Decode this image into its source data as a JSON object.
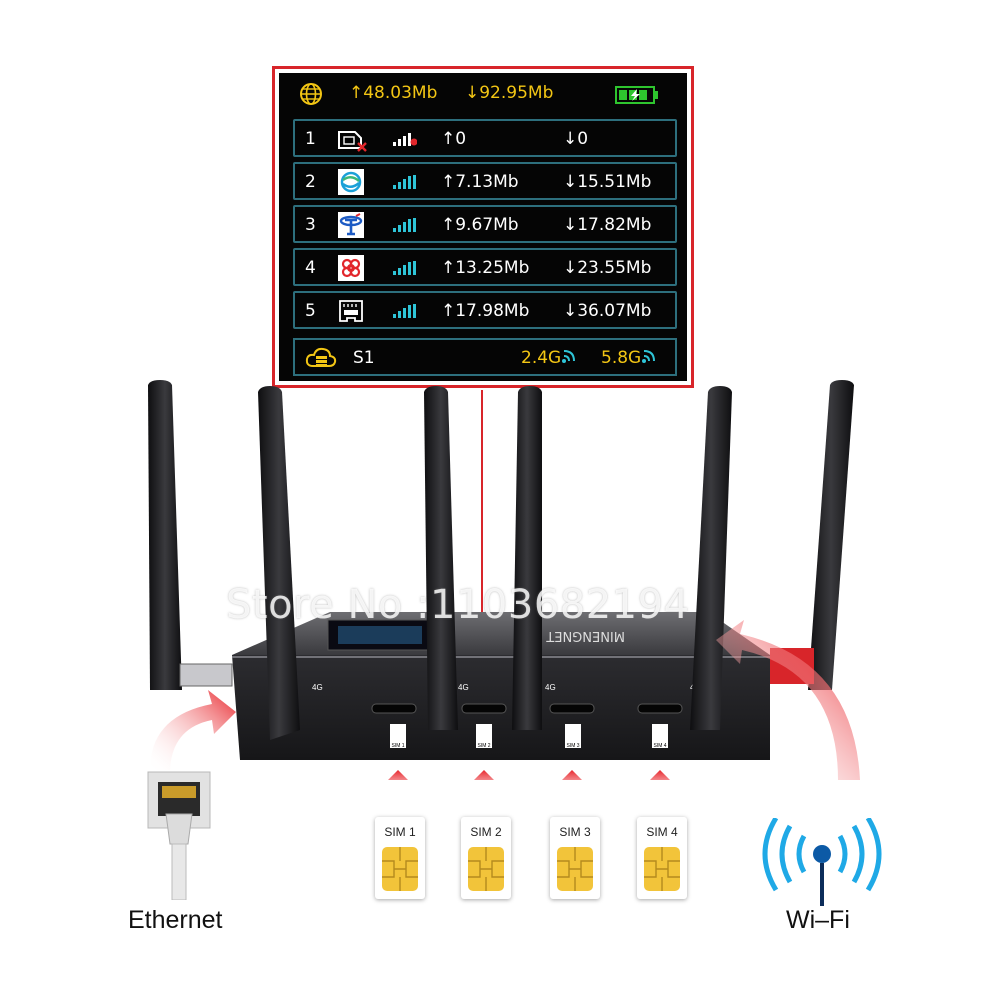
{
  "lcd": {
    "header": {
      "upload_total": "↑48.03Mb",
      "download_total": "↓92.95Mb"
    },
    "rows": [
      {
        "index": "1",
        "operator_icon": "sim-missing-icon",
        "up": "↑0",
        "down": "↓0"
      },
      {
        "index": "2",
        "operator_icon": "china-mobile-logo-icon",
        "up": "↑7.13Mb",
        "down": "↓15.51Mb"
      },
      {
        "index": "3",
        "operator_icon": "china-telecom-logo-icon",
        "up": "↑9.67Mb",
        "down": "↓17.82Mb"
      },
      {
        "index": "4",
        "operator_icon": "china-unicom-logo-icon",
        "up": "↑13.25Mb",
        "down": "↓23.55Mb"
      },
      {
        "index": "5",
        "operator_icon": "wan-port-icon",
        "up": "↑17.98Mb",
        "down": "↓36.07Mb"
      }
    ],
    "footer": {
      "server": "S1",
      "band_24": "2.4G",
      "band_58": "5.8G"
    },
    "accent_color": "#f3c614",
    "row_border_color": "#2d6f7d"
  },
  "watermark": "Store No :1103682194",
  "router": {
    "brand": "MINENGNET",
    "port_marks": [
      "4G",
      "4G",
      "4G",
      "4G"
    ],
    "slot_labels": [
      "SIM 1",
      "SIM 2",
      "SIM 3",
      "SIM 4"
    ]
  },
  "sim_cards": [
    {
      "label": "SIM 1"
    },
    {
      "label": "SIM 2"
    },
    {
      "label": "SIM 3"
    },
    {
      "label": "SIM 4"
    }
  ],
  "labels": {
    "ethernet": "Ethernet",
    "wifi": "Wi–Fi"
  },
  "colors": {
    "frame_red": "#d8252a",
    "arrow_red": "#e8262c",
    "sim_gold": "#f2c43a"
  }
}
